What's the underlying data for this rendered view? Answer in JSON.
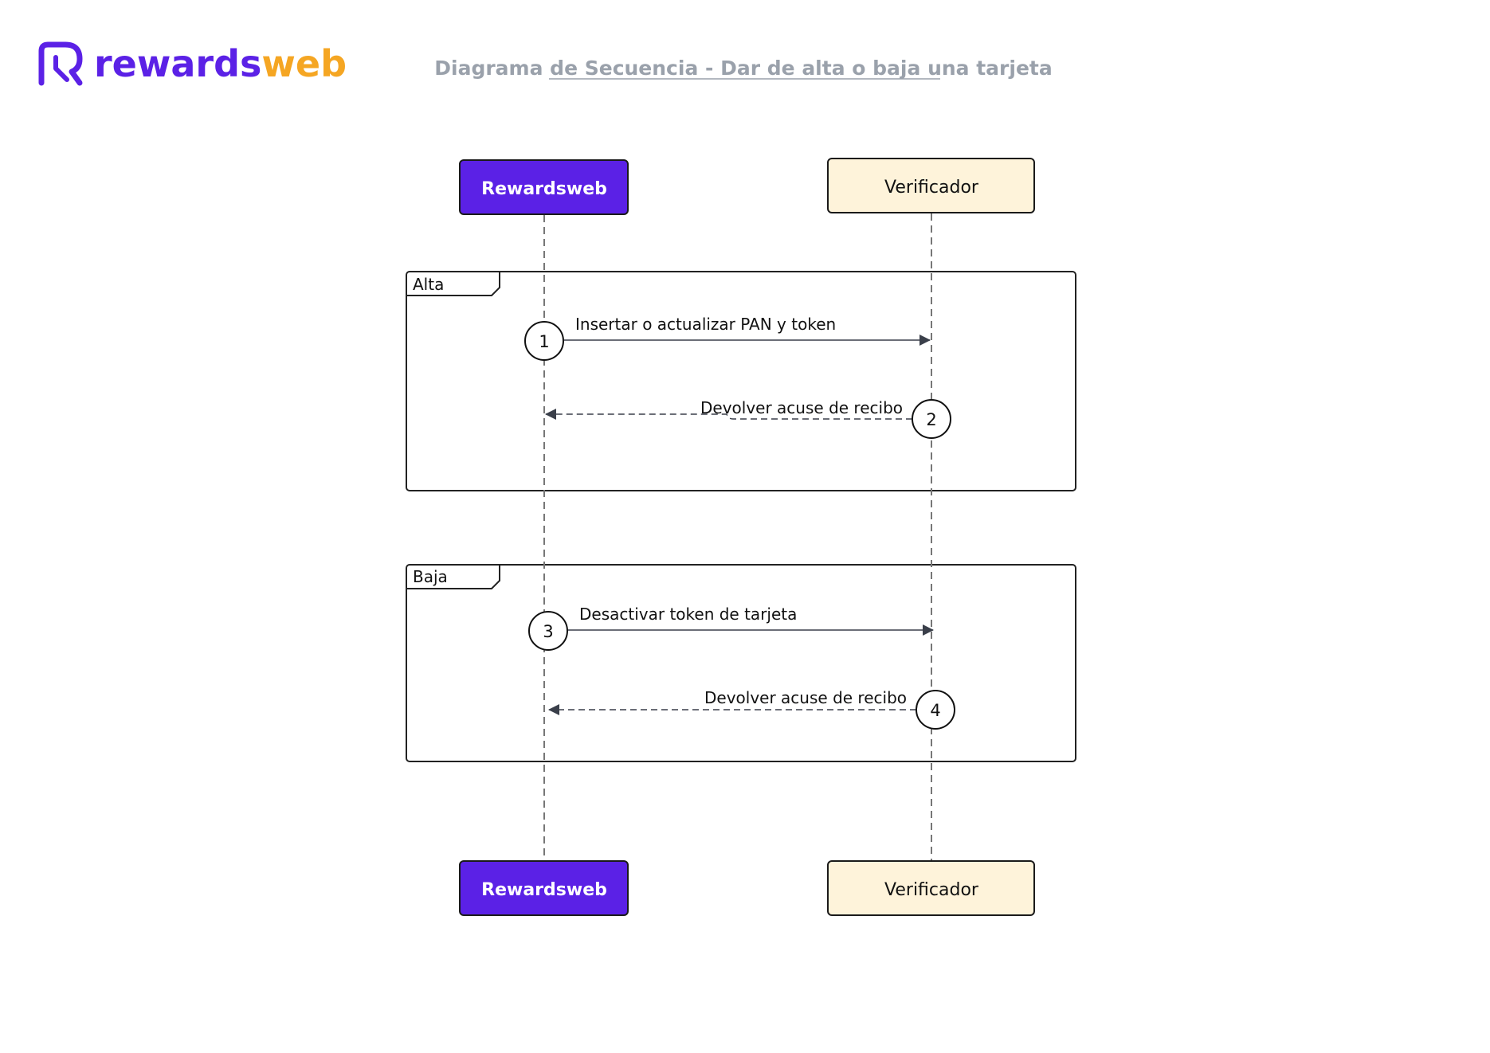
{
  "logo": {
    "part1": "rewards",
    "part2": "web",
    "color1": "#5b21e6",
    "color2": "#f5a623"
  },
  "title": "Diagrama de Secuencia - Dar de alta o baja una tarjeta",
  "actors": {
    "a": {
      "label": "Rewardsweb",
      "fill": "#5b21e6",
      "text": "#ffffff"
    },
    "b": {
      "label": "Verificador",
      "fill": "#fef3da",
      "text": "#111111"
    }
  },
  "frames": [
    {
      "label": "Alta"
    },
    {
      "label": "Baja"
    }
  ],
  "messages": [
    {
      "number": "1",
      "text": "Insertar o actualizar PAN y token"
    },
    {
      "number": "2",
      "text": "Devolver acuse de recibo"
    },
    {
      "number": "3",
      "text": "Desactivar token de tarjeta"
    },
    {
      "number": "4",
      "text": "Devolver acuse de recibo"
    }
  ]
}
